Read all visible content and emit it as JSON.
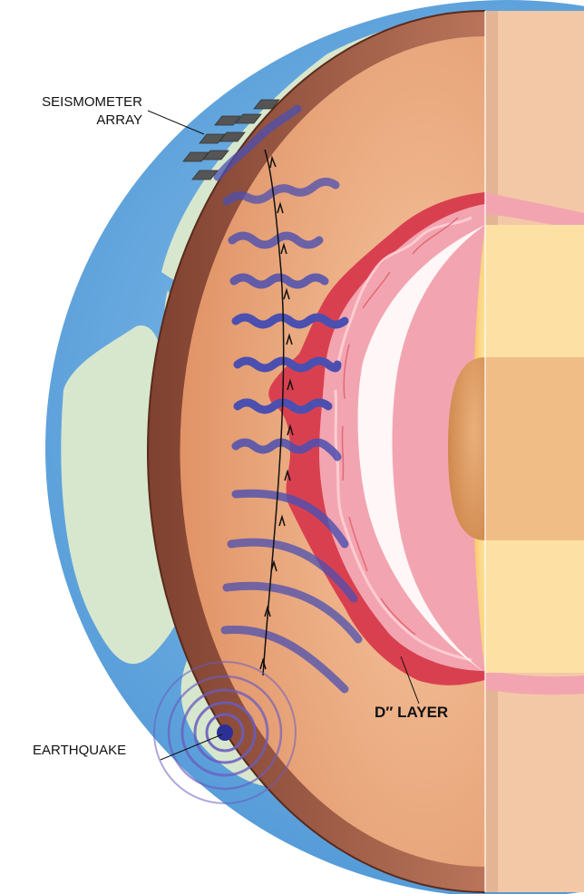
{
  "labels": {
    "seismometer_line1": "SEISMOMETER",
    "seismometer_line2": "ARRAY",
    "earthquake": "EARTHQUAKE",
    "d_layer": "D″ LAYER"
  },
  "colors": {
    "ocean": "#6fb0e2",
    "land": "#d7e7cd",
    "crust": "#9e5a44",
    "mantle": "#e8a57a",
    "d_layer_red": "#d9404f",
    "d_layer_pink": "#f2a5b0",
    "outer_core": "#fbd383",
    "inner_core": "#d9985c",
    "waves": "#4b4fb0",
    "seismometer": "#555555"
  }
}
